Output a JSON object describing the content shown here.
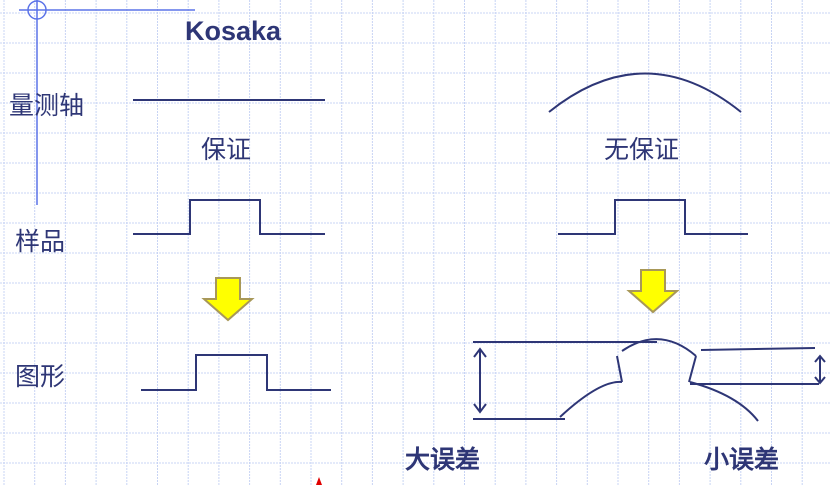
{
  "title": "Kosaka",
  "row_labels": {
    "axis": "量测轴",
    "sample": "样品",
    "profile": "图形"
  },
  "columns": {
    "left": {
      "caption": "保证"
    },
    "right": {
      "caption": "无保证"
    }
  },
  "errors": {
    "large": "大误差",
    "small": "小误差"
  },
  "colors": {
    "line": "#2e3676",
    "grid": "#c8d4f4",
    "arrow_fill": "#ffff00",
    "arrow_stroke": "#a89858",
    "guide": "#5b73e8",
    "marker": "#e00000"
  }
}
